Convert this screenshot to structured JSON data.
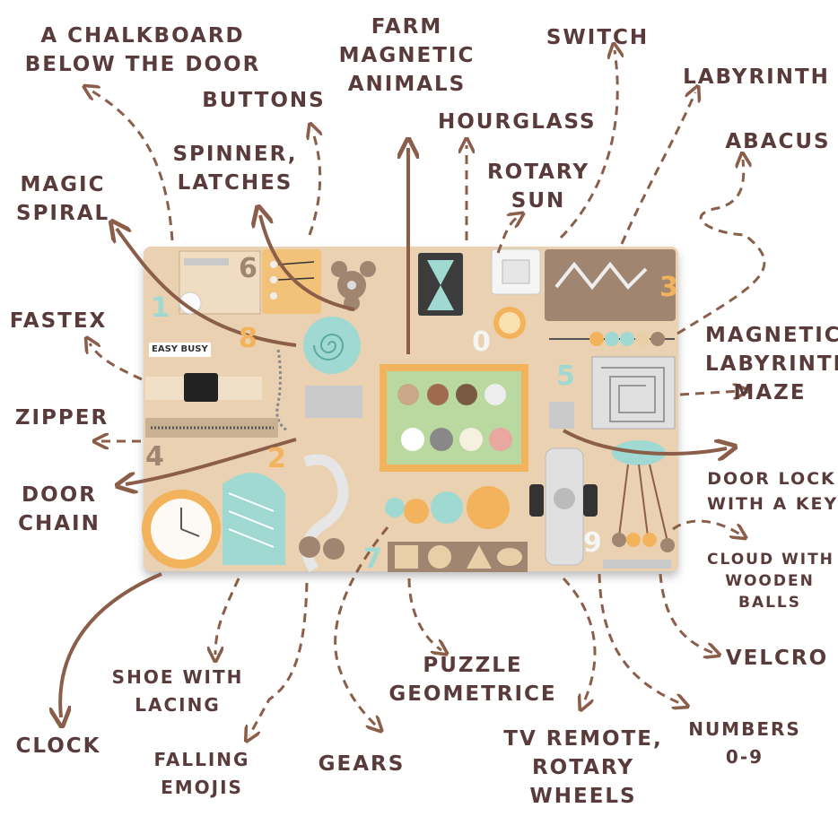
{
  "labels": {
    "chalkboard": [
      "A CHALKBOARD",
      "BELOW THE DOOR"
    ],
    "farm": [
      "FARM",
      "MAGNETIC",
      "ANIMALS"
    ],
    "switch": "SWITCH",
    "labyrinth": "LABYRINTH",
    "buttons": "BUTTONS",
    "hourglass": "HOURGLASS",
    "abacus": "ABACUS",
    "spinner": [
      "SPINNER,",
      "LATCHES"
    ],
    "rotary_sun": [
      "ROTARY",
      "SUN"
    ],
    "magic_spiral": [
      "MAGIC",
      "SPIRAL"
    ],
    "fastex": "FASTEX",
    "magnetic_maze": [
      "MAGNETIC",
      "LABYRINTH",
      "MAZE"
    ],
    "zipper": "ZIPPER",
    "door_chain": [
      "DOOR",
      "CHAIN"
    ],
    "door_lock": [
      "DOOR LOCK",
      "WITH A KEY"
    ],
    "cloud": [
      "CLOUD WITH",
      "WOODEN",
      "BALLS"
    ],
    "velcro": "VELCRO",
    "shoe": [
      "SHOE WITH",
      "LACING"
    ],
    "puzzle": [
      "PUZZLE",
      "GEOMETRICE"
    ],
    "clock": "CLOCK",
    "falling_emojis": [
      "FALLING",
      "EMOJIS"
    ],
    "gears": "GEARS",
    "tv_remote": [
      "TV REMOTE,",
      "ROTARY",
      "WHEELS"
    ],
    "numbers": [
      "NUMBERS",
      "0-9"
    ]
  },
  "board": {
    "brand": "Easy Busy",
    "numbers": [
      "1",
      "2",
      "3",
      "4",
      "5",
      "6",
      "7",
      "8",
      "9",
      "0"
    ]
  },
  "colors": {
    "label": "#5a3b3c",
    "arrow": "#8b5e4a",
    "wood": "#e9d1b1",
    "mint": "#9fd9d2",
    "orange": "#f2b35c",
    "taupe": "#a08670"
  }
}
